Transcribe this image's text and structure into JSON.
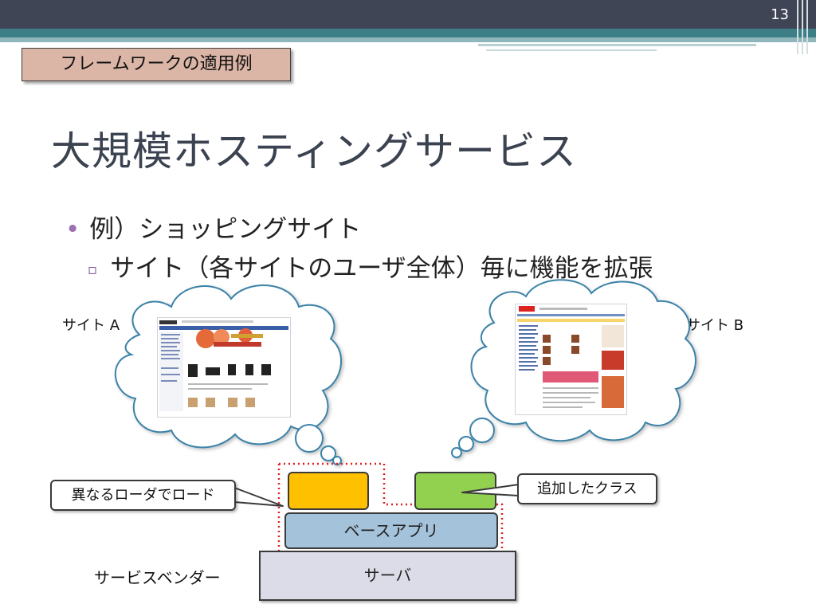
{
  "slide": {
    "number": "13",
    "section_label": "フレームワークの適用例",
    "title": "大規模ホスティングサービス"
  },
  "bullets": {
    "level1": "例）ショッピングサイト",
    "level2": "サイト（各サイトのユーザ全体）毎に機能を拡張"
  },
  "sites": {
    "a_label": "サイト A",
    "b_label": "サイト B"
  },
  "diagram": {
    "callout_loader": "異なるローダでロード",
    "callout_class": "追加したクラス",
    "base_app": "ベースアプリ",
    "server": "サーバ",
    "vendor": "サービスベンダー"
  },
  "colors": {
    "topbar": "#404556",
    "teal": "#3d7f86",
    "section_label_bg": "#dbb5a6",
    "orange_box": "#ffc000",
    "green_box": "#92d050",
    "base_box": "#a4c2d9",
    "server_box": "#dcdce8",
    "dotted_border": "#e02020"
  }
}
